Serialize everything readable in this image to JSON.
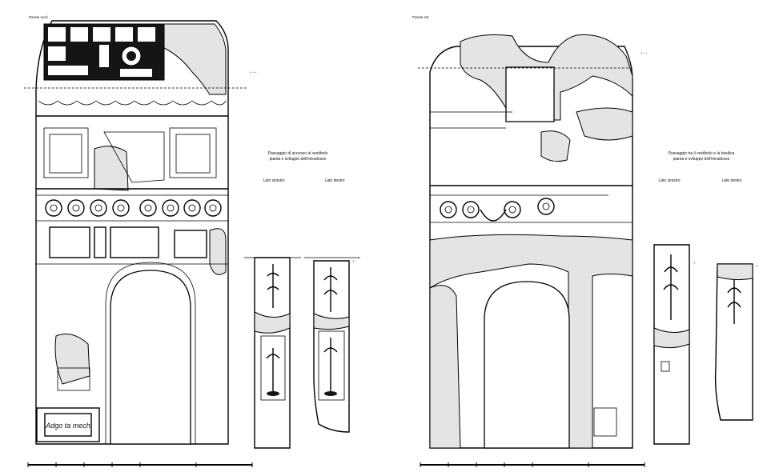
{
  "left_sheet": {
    "wall_label": "Parete nord",
    "title_line1": "Passaggio di accesso al vestibolo",
    "title_line2": "pianta e sviluppo dell'intradosso",
    "side_left": "Lato sinistro",
    "side_right": "Lato destro",
    "cartouche_text": "Adgo ta mech"
  },
  "right_sheet": {
    "wall_label": "Parete est",
    "title_line1": "Passaggio tra il vestibolo e la basilica",
    "title_line2": "pianta e sviluppo dell'intradosso",
    "side_left": "Lato sinistro",
    "side_right": "Lato destro"
  },
  "colors": {
    "lacuna_fill": "#e4e4e4",
    "ink": "#000000",
    "background": "#ffffff"
  }
}
